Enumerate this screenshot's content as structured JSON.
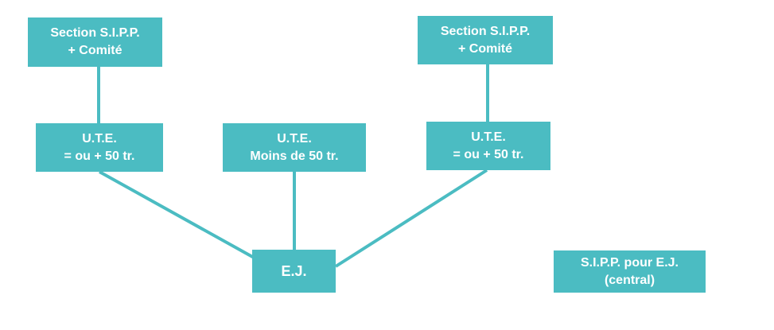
{
  "diagram": {
    "accent_color": "#4bbcc2",
    "text_color": "#ffffff",
    "nodes": {
      "sipp_left": {
        "line1": "Section S.I.P.P.",
        "line2": "+ Comité"
      },
      "sipp_right": {
        "line1": "Section S.I.P.P.",
        "line2": "+ Comité"
      },
      "ute_left": {
        "line1": "U.T.E.",
        "line2": "= ou + 50 tr."
      },
      "ute_mid": {
        "line1": "U.T.E.",
        "line2": "Moins de 50 tr."
      },
      "ute_right": {
        "line1": "U.T.E.",
        "line2": "= ou + 50 tr."
      },
      "ej": {
        "label": "E.J."
      },
      "sipp_ej": {
        "line1": "S.I.P.P. pour E.J.",
        "line2": "(central)"
      }
    }
  }
}
